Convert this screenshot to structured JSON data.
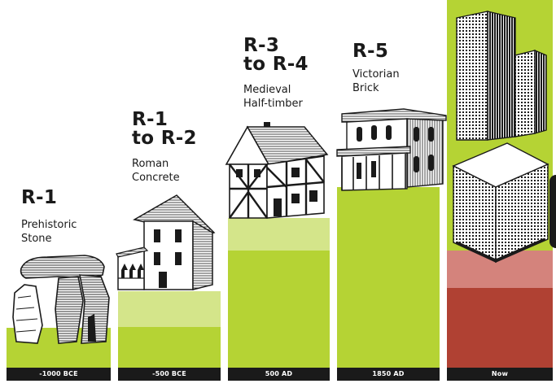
{
  "stages": [
    {
      "id": "stone",
      "code_lines": [
        "R-1"
      ],
      "material_lines": [
        "Prehistoric",
        "Stone"
      ],
      "era": "-1000 BCE",
      "building_icon": "stone-dolmen-icon",
      "color": "#b5d334"
    },
    {
      "id": "concrete",
      "code_lines": [
        "R-1",
        "to R-2"
      ],
      "material_lines": [
        "Roman",
        "Concrete"
      ],
      "era": "-500 BCE",
      "building_icon": "roman-villa-icon",
      "color": "#d4e58a"
    },
    {
      "id": "half-timber",
      "code_lines": [
        "R-3",
        "to R-4"
      ],
      "material_lines": [
        "Medieval",
        "Half-timber"
      ],
      "era": "500 AD",
      "building_icon": "tudor-house-icon",
      "color": "#b5d334"
    },
    {
      "id": "brick",
      "code_lines": [
        "R-5"
      ],
      "material_lines": [
        "Victorian",
        "Brick"
      ],
      "era": "1850 AD",
      "building_icon": "victorian-house-icon",
      "color": "#b5d334"
    },
    {
      "id": "now",
      "code_lines": [],
      "material_lines": [],
      "era": "Now",
      "building_icon": "skyscraper-icon",
      "color": "#b04133"
    }
  ],
  "colors": {
    "green": "#b5d334",
    "pale_green": "#d4e58a",
    "red": "#b04133",
    "rose": "#d4837c",
    "era_bar": "#1a1a1a",
    "ink": "#1a1a1a"
  }
}
